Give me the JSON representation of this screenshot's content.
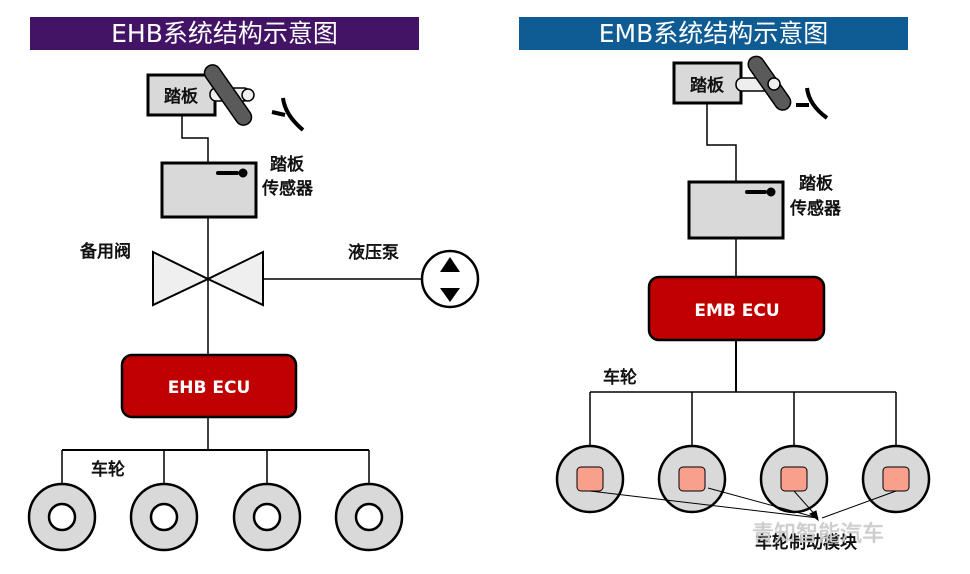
{
  "ehb": {
    "title": "EHB系统结构示意图",
    "title_color": "#431466",
    "pedal_label": "踏板",
    "sensor_label_line1": "踏板",
    "sensor_label_line2": "传感器",
    "valve_label": "备用阀",
    "pump_label": "液压泵",
    "ecu_label": "EHB ECU",
    "wheel_label": "车轮",
    "wheel_count": 4
  },
  "emb": {
    "title": "EMB系统结构示意图",
    "title_color": "#0f5b94",
    "pedal_label": "踏板",
    "sensor_label_line1": "踏板",
    "sensor_label_line2": "传感器",
    "ecu_label": "EMB ECU",
    "wheel_label": "车轮",
    "module_label": "车轮制动模块",
    "wheel_count": 4
  },
  "colors": {
    "ecu": "#c00000",
    "box": "#d9d9d9",
    "module": "#f8a08c"
  },
  "watermark": "青知智能汽车"
}
